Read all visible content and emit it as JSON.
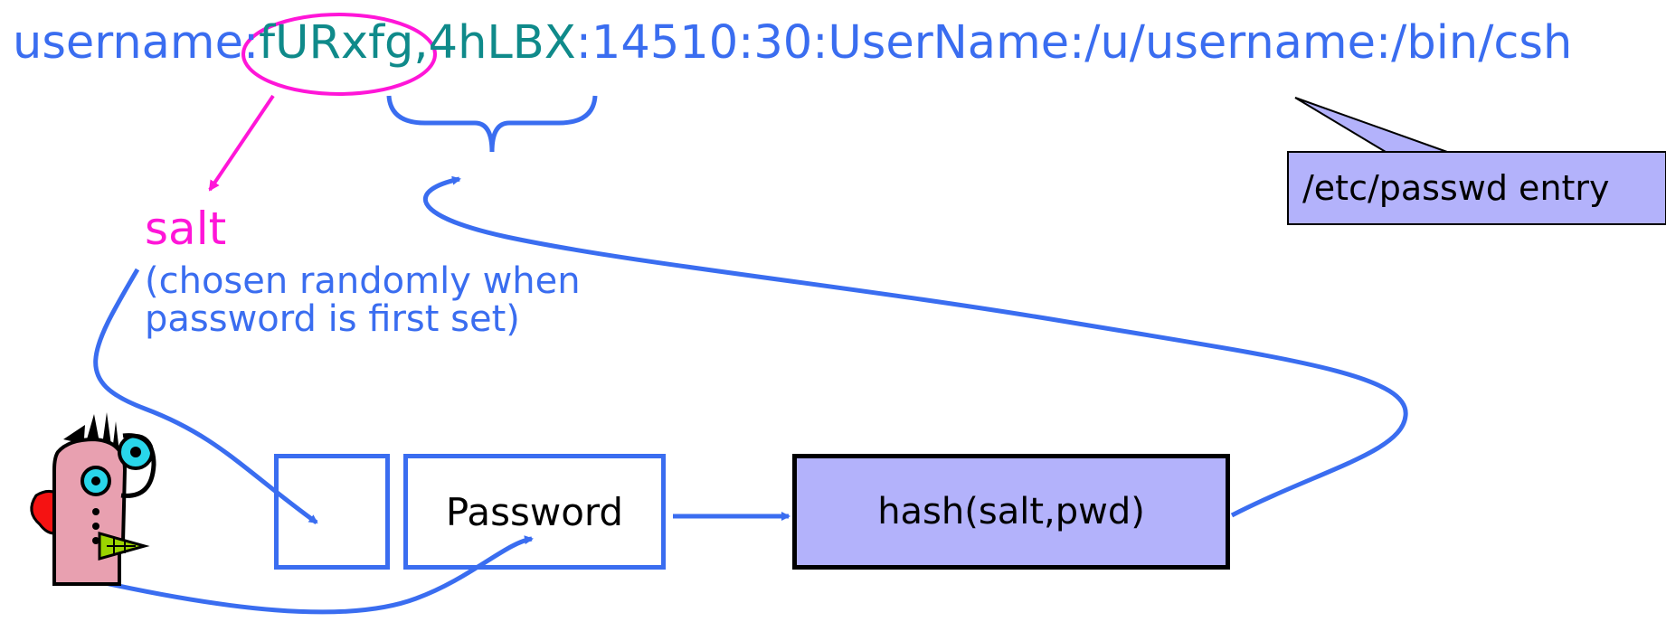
{
  "entry": {
    "username": "username:",
    "salt": "fURxfg",
    "hash": ",4hLBX",
    "rest": ":14510:30:UserName:/u/username:/bin/csh"
  },
  "salt_label": "salt",
  "salt_note": {
    "line1": "(chosen randomly when",
    "line2": "password is first set)"
  },
  "boxes": {
    "password": "Password",
    "hash": "hash(salt,pwd)"
  },
  "callout": "/etc/passwd entry",
  "colors": {
    "blue": "#3a6df0",
    "magenta": "#ff16d8",
    "teal": "#0f8a8a",
    "lavender": "#b3b2fb"
  },
  "icons": {
    "user": "person-icon"
  }
}
